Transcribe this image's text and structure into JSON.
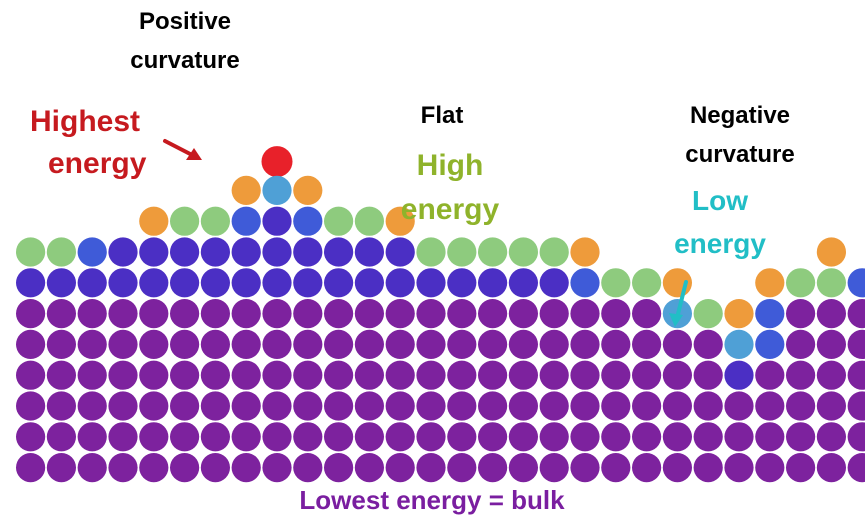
{
  "labels": {
    "positive_title": "Positive",
    "positive_sub": "curvature",
    "flat_title": "Flat",
    "negative_title": "Negative",
    "negative_sub": "curvature",
    "highest_1": "Highest",
    "highest_2": "energy",
    "high_1": "High",
    "high_2": "energy",
    "low_1": "Low",
    "low_2": "energy",
    "bulk": "Lowest energy = bulk"
  },
  "energy_colors": {
    "highest": "#e8212a",
    "orange": "#ee9b3b",
    "light_green": "#8ecb7e",
    "light_blue": "#4fa0d6",
    "blue": "#3f5bd8",
    "indigo": "#4b2fc4",
    "bulk_purple": "#7d229e",
    "red_label": "#c61a1f",
    "green_label": "#8fb32b",
    "cyan_label": "#21bec6",
    "bulk_label": "#7a1ea0"
  },
  "surface_map": {
    "legend": "O=orange G=light-green L=light-blue B=blue I=indigo P=purple R=red",
    "rows": [
      "...............................",
      "...............................",
      "..........R....................",
      ".........OLO...................",
      "......OGGBIBGGO................",
      "..GGBIIIIIIIIIIGGGGGO.......O..",
      "..IIIIIIIIIIIIIIIIIIBGGO..OGGB.",
      "..PPPPPPPPPPPPPPPPPPPPPLGOBPPP.",
      "..PPPPPPPPPPPPPPPPPPPPPPPLBPPP.",
      "..PPPPPPPPPPPPPPPPPPPPPPPIPPPP.",
      "..PPPPPPPPPPPPPPPPPPPPPPPPPPPP.",
      "..PPPPPPPPPPPPPPPPPPPPPPPPPPPP.",
      "..PPPPPPPPPPPPPPPPPPPPPPPPPPPP."
    ]
  }
}
